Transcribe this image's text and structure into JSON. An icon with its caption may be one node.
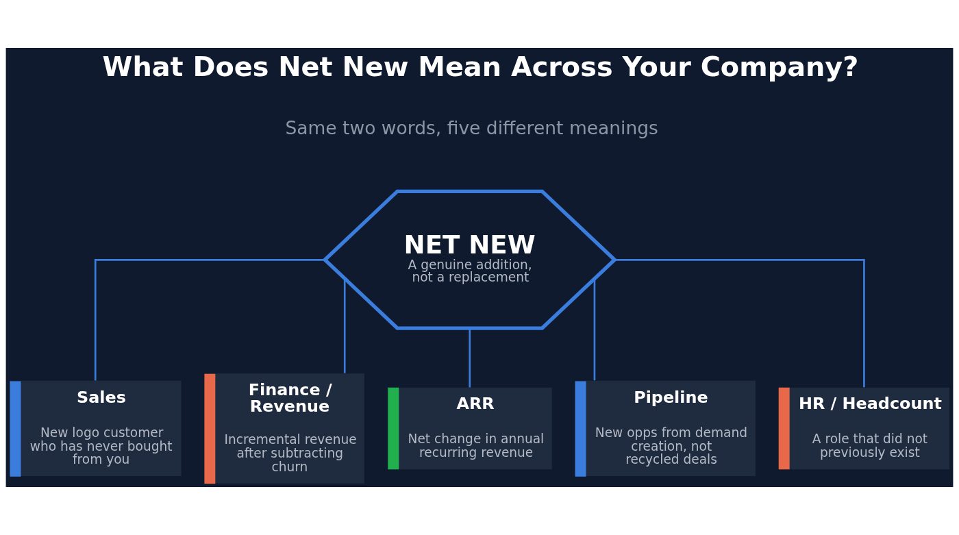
{
  "diagram": {
    "title": "What Does Net New Mean Across Your Company?",
    "nodes": [
      {
        "text": [
          "NET NEW",
          "A genuine addition, not a replacement"
        ]
      },
      {
        "text": [
          "Sales",
          "New logo customer who has never bought from you"
        ]
      },
      {
        "text": [
          "Finance / Revenue",
          "Incremental revenue after subtracting churn"
        ]
      },
      {
        "text": [
          "ARR",
          "Net change in annual recurring revenue"
        ]
      },
      {
        "text": [
          "Pipeline",
          "New opps from demand creation, not recycled deals"
        ]
      },
      {
        "text": [
          "HR / Headcount",
          "A role that did not previously exist"
        ]
      }
    ],
    "edges": [
      {
        "from": 0,
        "to": 1,
        "arrow": "none"
      },
      {
        "from": 0,
        "to": 2,
        "arrow": "none"
      },
      {
        "from": 0,
        "to": 3,
        "arrow": "none"
      },
      {
        "from": 0,
        "to": 4,
        "arrow": "none"
      },
      {
        "from": 0,
        "to": 5,
        "arrow": "none"
      }
    ],
    "labels": [
      "Same two words, five different meanings"
    ]
  }
}
